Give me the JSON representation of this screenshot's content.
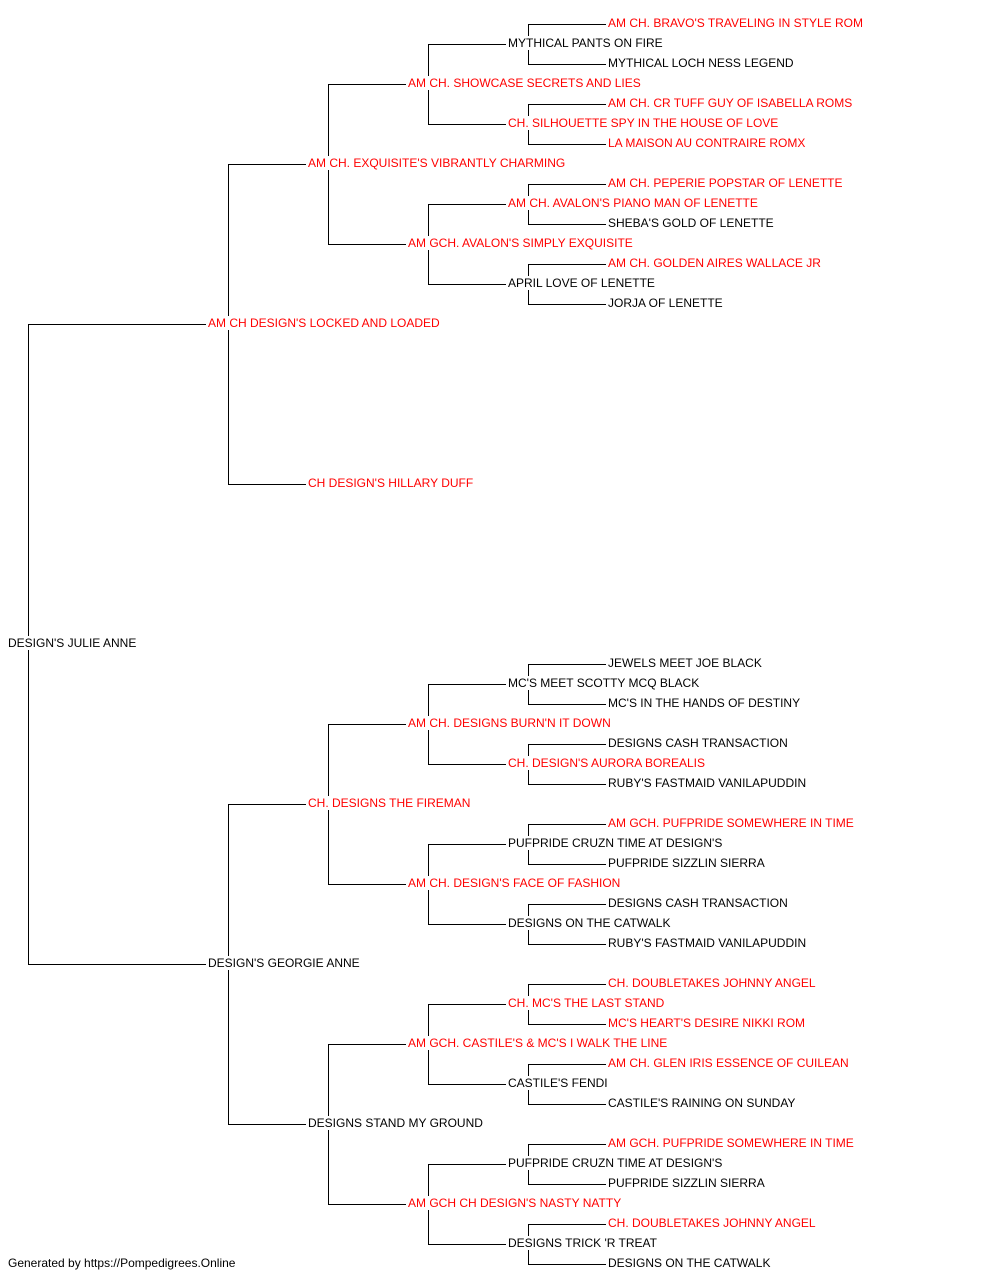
{
  "colors": {
    "champion": "#ff0000",
    "regular": "#000000",
    "line": "#000000"
  },
  "footer": "Generated by https://Pompedigrees.Online",
  "tree": {
    "name": "DESIGN'S JULIE ANNE",
    "champion": false,
    "sire": {
      "name": "AM CH DESIGN'S LOCKED AND LOADED",
      "champion": true,
      "sire": {
        "name": "AM CH. EXQUISITE'S VIBRANTLY CHARMING",
        "champion": true,
        "sire": {
          "name": "AM CH. SHOWCASE SECRETS AND LIES",
          "champion": true,
          "sire": {
            "name": "MYTHICAL PANTS ON FIRE",
            "champion": false,
            "sire": {
              "name": "AM CH. BRAVO'S TRAVELING IN STYLE ROM",
              "champion": true
            },
            "dam": {
              "name": "MYTHICAL LOCH NESS LEGEND",
              "champion": false
            }
          },
          "dam": {
            "name": "CH. SILHOUETTE SPY IN THE HOUSE OF LOVE",
            "champion": true,
            "sire": {
              "name": "AM CH. CR TUFF GUY OF ISABELLA ROMS",
              "champion": true
            },
            "dam": {
              "name": "LA MAISON AU CONTRAIRE ROMX",
              "champion": true
            }
          }
        },
        "dam": {
          "name": "AM GCH. AVALON'S SIMPLY EXQUISITE",
          "champion": true,
          "sire": {
            "name": "AM CH. AVALON'S PIANO MAN OF LENETTE",
            "champion": true,
            "sire": {
              "name": "AM CH. PEPERIE POPSTAR OF LENETTE",
              "champion": true
            },
            "dam": {
              "name": "SHEBA'S GOLD OF LENETTE",
              "champion": false
            }
          },
          "dam": {
            "name": "APRIL LOVE OF LENETTE",
            "champion": false,
            "sire": {
              "name": "AM CH. GOLDEN AIRES WALLACE JR",
              "champion": true
            },
            "dam": {
              "name": "JORJA OF LENETTE",
              "champion": false
            }
          }
        }
      },
      "dam": {
        "name": "CH DESIGN'S HILLARY DUFF",
        "champion": true
      }
    },
    "dam": {
      "name": "DESIGN'S GEORGIE ANNE",
      "champion": false,
      "sire": {
        "name": "CH. DESIGNS THE FIREMAN",
        "champion": true,
        "sire": {
          "name": "AM CH. DESIGNS BURN'N IT DOWN",
          "champion": true,
          "sire": {
            "name": "MC'S MEET SCOTTY MCQ BLACK",
            "champion": false,
            "sire": {
              "name": "JEWELS MEET JOE BLACK",
              "champion": false
            },
            "dam": {
              "name": "MC'S IN THE HANDS OF DESTINY",
              "champion": false
            }
          },
          "dam": {
            "name": "CH. DESIGN'S AURORA BOREALIS",
            "champion": true,
            "sire": {
              "name": "DESIGNS CASH TRANSACTION",
              "champion": false
            },
            "dam": {
              "name": "RUBY'S FASTMAID VANILAPUDDIN",
              "champion": false
            }
          }
        },
        "dam": {
          "name": "AM CH. DESIGN'S FACE OF FASHION",
          "champion": true,
          "sire": {
            "name": "PUFPRIDE CRUZN TIME AT DESIGN'S",
            "champion": false,
            "sire": {
              "name": "AM GCH. PUFPRIDE SOMEWHERE IN TIME",
              "champion": true
            },
            "dam": {
              "name": "PUFPRIDE SIZZLIN SIERRA",
              "champion": false
            }
          },
          "dam": {
            "name": "DESIGNS ON THE CATWALK",
            "champion": false,
            "sire": {
              "name": "DESIGNS CASH TRANSACTION",
              "champion": false
            },
            "dam": {
              "name": "RUBY'S FASTMAID VANILAPUDDIN",
              "champion": false
            }
          }
        }
      },
      "dam": {
        "name": "DESIGNS STAND MY GROUND",
        "champion": false,
        "sire": {
          "name": "AM GCH. CASTILE'S & MC'S I WALK THE LINE",
          "champion": true,
          "sire": {
            "name": "CH. MC'S THE LAST STAND",
            "champion": true,
            "sire": {
              "name": "CH. DOUBLETAKES JOHNNY ANGEL",
              "champion": true
            },
            "dam": {
              "name": "MC'S HEART'S DESIRE NIKKI ROM",
              "champion": true
            }
          },
          "dam": {
            "name": "CASTILE'S FENDI",
            "champion": false,
            "sire": {
              "name": "AM CH. GLEN IRIS ESSENCE OF CUILEAN",
              "champion": true
            },
            "dam": {
              "name": "CASTILE'S RAINING ON SUNDAY",
              "champion": false
            }
          }
        },
        "dam": {
          "name": "AM GCH CH DESIGN'S NASTY NATTY",
          "champion": true,
          "sire": {
            "name": "PUFPRIDE CRUZN TIME AT DESIGN'S",
            "champion": false,
            "sire": {
              "name": "AM GCH. PUFPRIDE SOMEWHERE IN TIME",
              "champion": true
            },
            "dam": {
              "name": "PUFPRIDE SIZZLIN SIERRA",
              "champion": false
            }
          },
          "dam": {
            "name": "DESIGNS TRICK 'R TREAT",
            "champion": false,
            "sire": {
              "name": "CH. DOUBLETAKES JOHNNY ANGEL",
              "champion": true
            },
            "dam": {
              "name": "DESIGNS ON THE CATWALK",
              "champion": false
            }
          }
        }
      }
    }
  }
}
